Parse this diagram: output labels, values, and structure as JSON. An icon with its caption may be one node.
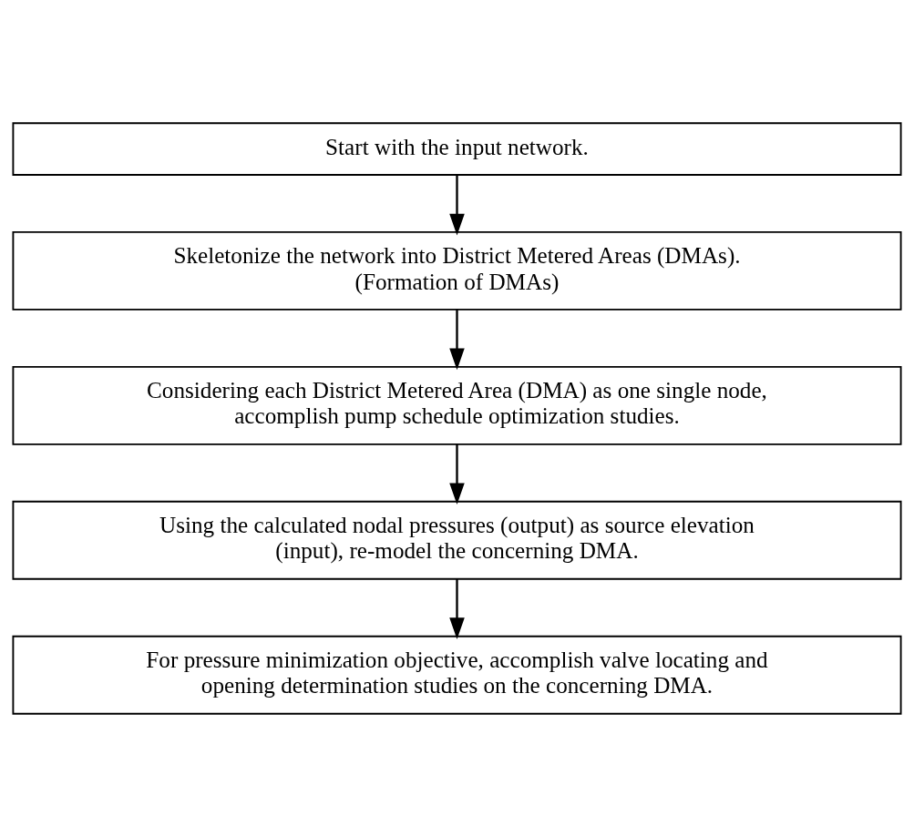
{
  "diagram": {
    "nodes": [
      {
        "text": [
          "Start with the input network."
        ]
      },
      {
        "text": [
          "Skeletonize the network into District Metered Areas (DMAs).",
          "(Formation of DMAs)"
        ]
      },
      {
        "text": [
          "Considering each District Metered Area (DMA) as one single node, accomplish pump schedule optimization studies."
        ]
      },
      {
        "text": [
          "Using the calculated nodal pressures (output) as source elevation (input), re-model the concerning DMA."
        ]
      },
      {
        "text": [
          "For pressure minimization objective, accomplish valve locating and opening determination studies on the concerning DMA."
        ]
      }
    ],
    "edges": [
      {
        "from": 0,
        "to": 1,
        "arrow": "to"
      },
      {
        "from": 1,
        "to": 2,
        "arrow": "to"
      },
      {
        "from": 2,
        "to": 3,
        "arrow": "to"
      },
      {
        "from": 3,
        "to": 4,
        "arrow": "to"
      }
    ]
  }
}
